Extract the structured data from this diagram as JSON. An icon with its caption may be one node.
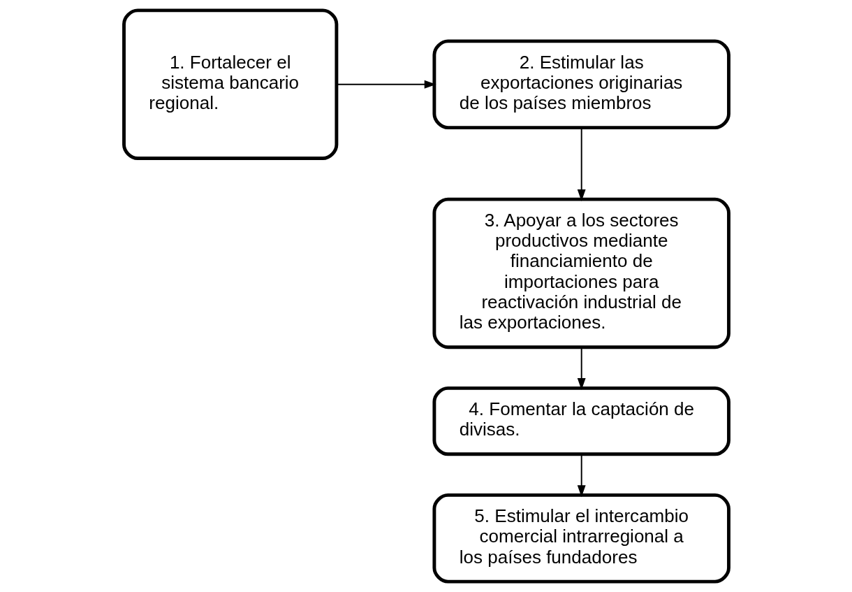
{
  "diagram": {
    "nodes": [
      {
        "text": [
          "1. Fortalecer el sistema bancario regional."
        ]
      },
      {
        "text": [
          "2. Estimular las exportaciones originarias de los países miembros"
        ]
      },
      {
        "text": [
          "3. Apoyar a los sectores productivos mediante financiamiento de importaciones para reactivación industrial de las exportaciones."
        ]
      },
      {
        "text": [
          "4. Fomentar la captación de divisas."
        ]
      },
      {
        "text": [
          "5. Estimular el intercambio comercial intrarregional a los países fundadores"
        ]
      }
    ],
    "edges": [
      {
        "from": 0,
        "to": 1,
        "arrow": "to"
      },
      {
        "from": 1,
        "to": 2,
        "arrow": "to"
      },
      {
        "from": 2,
        "to": 3,
        "arrow": "to"
      },
      {
        "from": 3,
        "to": 4,
        "arrow": "to"
      }
    ]
  }
}
